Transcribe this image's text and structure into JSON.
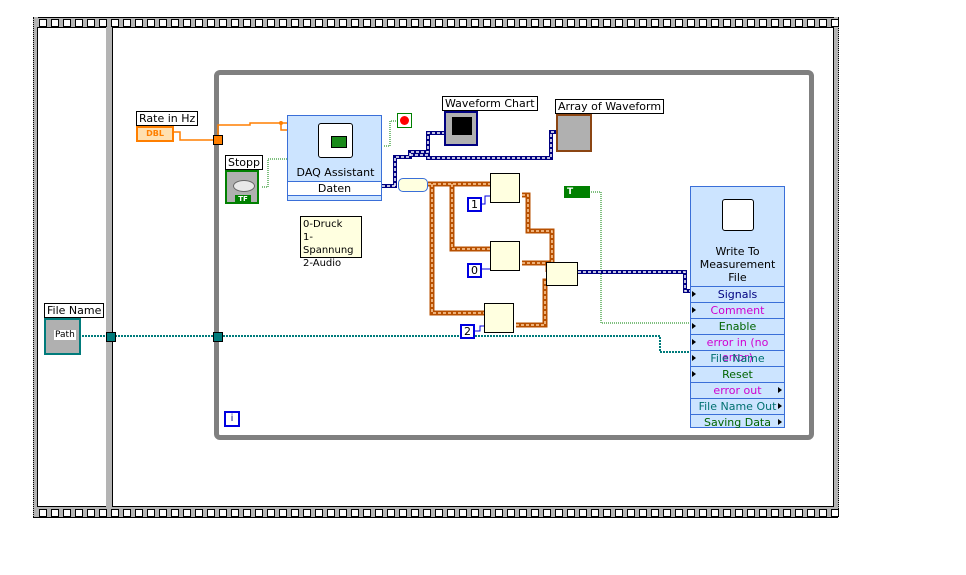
{
  "labels": {
    "rate": "Rate in Hz",
    "stopp": "Stopp",
    "waveform_chart": "Waveform Chart",
    "array_of_waveform": "Array of Waveform",
    "file_name": "File Name"
  },
  "terminals": {
    "rate_type": "DBL",
    "stopp_type": "TF",
    "path_text": "Path",
    "bool_const": "T"
  },
  "daq": {
    "title": "DAQ Assistant",
    "output": "Daten"
  },
  "comment": {
    "lines": [
      "0-Druck",
      "1-Spannung",
      "2-Audio"
    ]
  },
  "constants": [
    "1",
    "0",
    "2"
  ],
  "loop": {
    "iteration": "i"
  },
  "write_file": {
    "title_line1": "Write To",
    "title_line2": "Measurement",
    "title_line3": "File",
    "inputs": [
      {
        "label": "Signals",
        "color": "#000080"
      },
      {
        "label": "Comment",
        "color": "#d000d0"
      },
      {
        "label": "Enable",
        "color": "#006400"
      },
      {
        "label": "error in (no error)",
        "color": "#d000d0"
      },
      {
        "label": "File Name",
        "color": "#007070"
      },
      {
        "label": "Reset",
        "color": "#006400"
      }
    ],
    "outputs": [
      {
        "label": "error out",
        "color": "#d000d0"
      },
      {
        "label": "File Name Out",
        "color": "#007070"
      },
      {
        "label": "Saving Data",
        "color": "#006400"
      }
    ]
  },
  "colors": {
    "dbl_orange": "#ff7f00",
    "bool_green": "#008000",
    "path_teal": "#007b7b",
    "wave_blue": "#000080",
    "loop_gray": "#808080",
    "frame_gray": "#b4b4b4"
  }
}
